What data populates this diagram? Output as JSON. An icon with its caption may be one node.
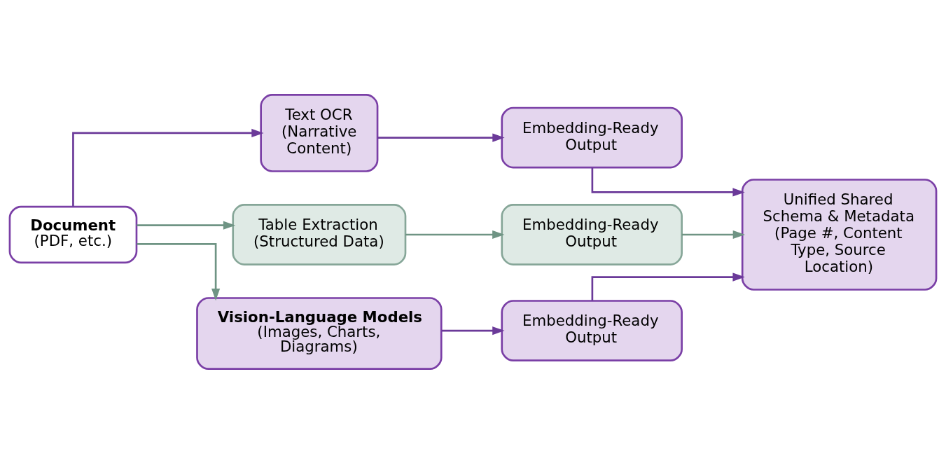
{
  "diagram": {
    "nodes": [
      {
        "text": [
          "Document",
          "(PDF, etc.)"
        ]
      },
      {
        "text": [
          "Text OCR (Narrative Content)"
        ]
      },
      {
        "text": [
          "Table Extraction (Structured Data)"
        ]
      },
      {
        "text": [
          "Vision-Language Models",
          "(Images, Charts, Diagrams)"
        ]
      },
      {
        "text": [
          "Embedding-Ready Output"
        ]
      },
      {
        "text": [
          "Embedding-Ready Output"
        ]
      },
      {
        "text": [
          "Embedding-Ready Output"
        ]
      },
      {
        "text": [
          "Unified Shared Schema & Metadata (Page #, Content Type, Source Location)"
        ]
      }
    ],
    "edges": [
      {
        "from": 0,
        "to": 1,
        "arrow": "to"
      },
      {
        "from": 0,
        "to": 2,
        "arrow": "to",
        "color": "#6f9484"
      },
      {
        "from": 0,
        "to": 3,
        "arrow": "to",
        "color": "#6f9484"
      },
      {
        "from": 1,
        "to": 4,
        "arrow": "to"
      },
      {
        "from": 2,
        "to": 5,
        "arrow": "to",
        "color": "#6f9484"
      },
      {
        "from": 3,
        "to": 6,
        "arrow": "to"
      },
      {
        "from": 4,
        "to": 7,
        "arrow": "to"
      },
      {
        "from": 5,
        "to": 7,
        "arrow": "to",
        "color": "#6f9484"
      },
      {
        "from": 6,
        "to": 7,
        "arrow": "to"
      }
    ]
  }
}
